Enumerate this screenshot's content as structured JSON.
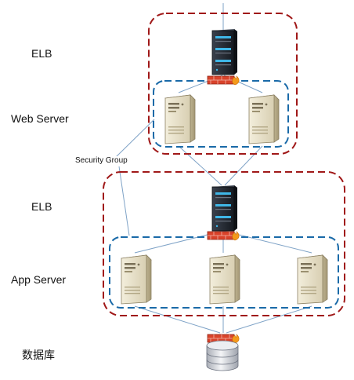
{
  "labels": {
    "elb_top": "ELB",
    "web_server": "Web Server",
    "security_group": "Security Group",
    "elb_bottom": "ELB",
    "app_server": "App Server",
    "database": "数据库"
  },
  "colors": {
    "zone_border": "#a01818",
    "security_group_border": "#1a6aa8",
    "connector_line": "#7fa3c7",
    "firewall_brick": "#d9432b",
    "firewall_flame": "#f39a1c",
    "elb_body": "#1e232b",
    "elb_led": "#3fb6e6",
    "server_body": "#e9e2cc",
    "server_shade": "#c3b899",
    "database_body": "#d7d9de"
  },
  "icons": {
    "elb": "load-balancer-icon",
    "server": "server-icon",
    "firewall": "firewall-icon",
    "database": "database-icon"
  }
}
